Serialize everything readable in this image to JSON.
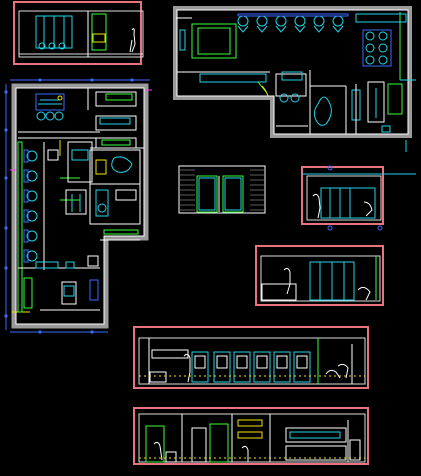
{
  "drawing": {
    "kind": "CAD architectural sheet",
    "views": [
      {
        "id": "plan-left",
        "type": "floor-plan"
      },
      {
        "id": "plan-right",
        "type": "floor-plan"
      },
      {
        "id": "elev-top-left",
        "type": "elevation"
      },
      {
        "id": "elev-small-center",
        "type": "elevation"
      },
      {
        "id": "elev-mid-right-1",
        "type": "elevation"
      },
      {
        "id": "elev-mid-right-2",
        "type": "elevation"
      },
      {
        "id": "elev-bottom-1",
        "type": "elevation"
      },
      {
        "id": "elev-bottom-2",
        "type": "elevation"
      }
    ]
  },
  "colors": {
    "background": "#000000",
    "frame": "#e8737f",
    "wall": "#ffffff",
    "wall_hatch": "#9a9a9a",
    "cyan": "#22d4e8",
    "green": "#39ff39",
    "yellow": "#f2e200",
    "blue": "#3a6cff",
    "magenta": "#ff3cff",
    "red": "#ff3030"
  }
}
